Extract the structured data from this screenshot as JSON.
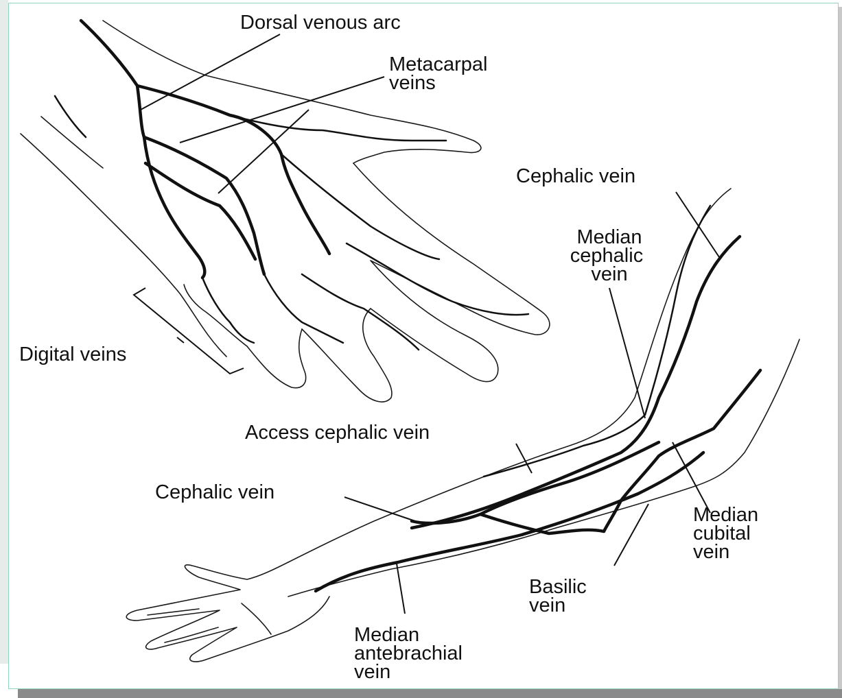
{
  "labels": {
    "dorsal_venous_arc": "Dorsal venous arc",
    "metacarpal_veins_1": "Metacarpal",
    "metacarpal_veins_2": "veins",
    "cephalic_vein_upper": "Cephalic vein",
    "median_cephalic_1": "Median",
    "median_cephalic_2": "cephalic",
    "median_cephalic_3": "vein",
    "digital_veins": "Digital veins",
    "access_cephalic_vein": "Access cephalic vein",
    "cephalic_vein_lower": "Cephalic vein",
    "median_cubital_1": "Median",
    "median_cubital_2": "cubital",
    "median_cubital_3": "vein",
    "basilic_1": "Basilic",
    "basilic_2": "vein",
    "median_antebrachial_1": "Median",
    "median_antebrachial_2": "antebrachial",
    "median_antebrachial_3": "vein"
  },
  "colors": {
    "ink": "#111111",
    "frame_border": "#8fd3c2",
    "shadow": "#8a8a8a"
  }
}
